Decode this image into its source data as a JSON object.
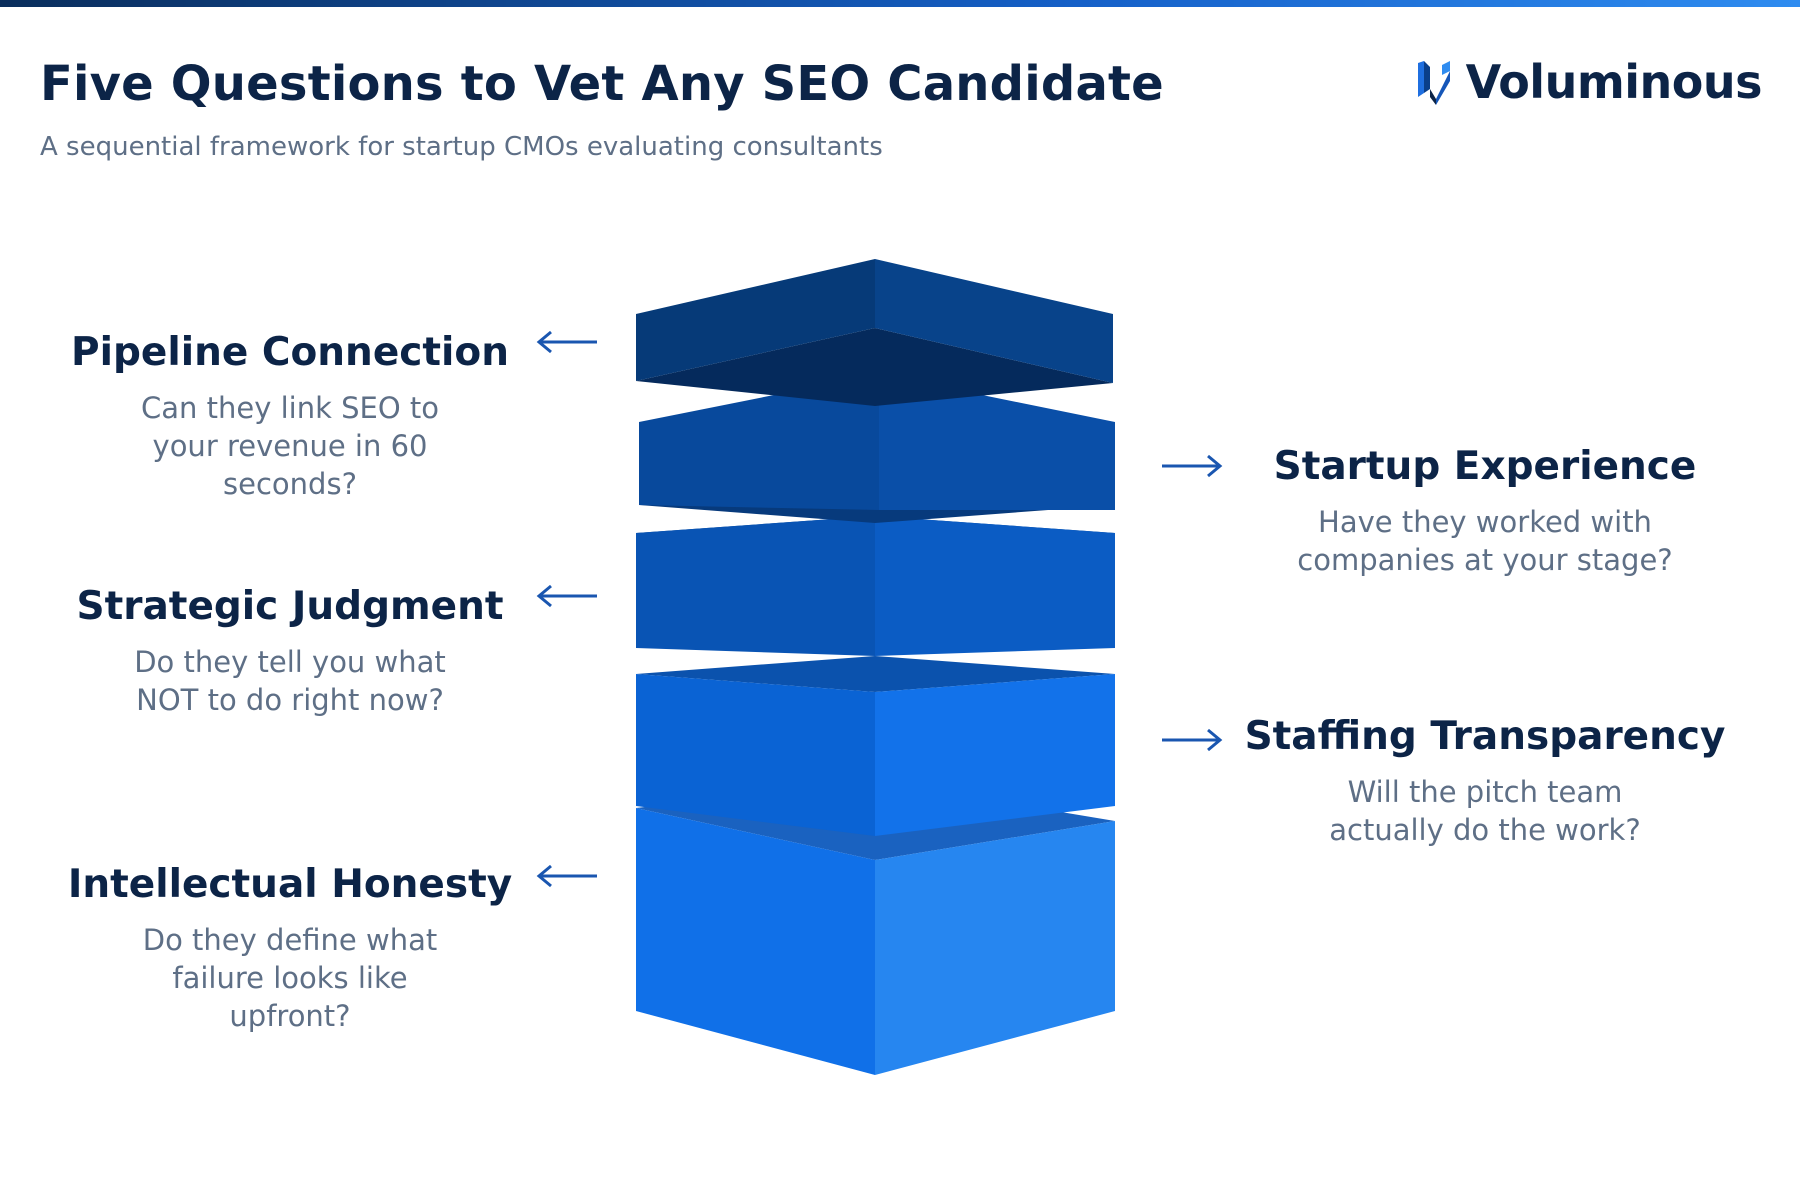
{
  "header": {
    "title": "Five Questions to Vet Any SEO Candidate",
    "subtitle": "A sequential framework for startup CMOs evaluating consultants"
  },
  "brand": {
    "name": "Voluminous",
    "logo_icon": "voluminous-logo-icon",
    "color": "#0c2447"
  },
  "colors": {
    "block_top": "#063a78",
    "block_mid": "#0a56ba",
    "block_bottom": "#1278f0",
    "text_dark": "#0c2447",
    "text_muted": "#5e6f86",
    "arrow": "#1a56b0"
  },
  "questions": [
    {
      "title": "Pipeline Connection",
      "question": "Can they link SEO to your revenue in 60 seconds?",
      "side": "left",
      "arrow_icon": "arrow-left-icon"
    },
    {
      "title": "Startup Experience",
      "question": "Have they worked with companies at your stage?",
      "side": "right",
      "arrow_icon": "arrow-right-icon"
    },
    {
      "title": "Strategic Judgment",
      "question": "Do they tell you what NOT to do right now?",
      "side": "left",
      "arrow_icon": "arrow-left-icon"
    },
    {
      "title": "Staffing Transparency",
      "question": "Will the pitch team actually do the work?",
      "side": "right",
      "arrow_icon": "arrow-right-icon"
    },
    {
      "title": "Intellectual Honesty",
      "question": "Do they define what failure looks like upfront?",
      "side": "left",
      "arrow_icon": "arrow-left-icon"
    }
  ]
}
